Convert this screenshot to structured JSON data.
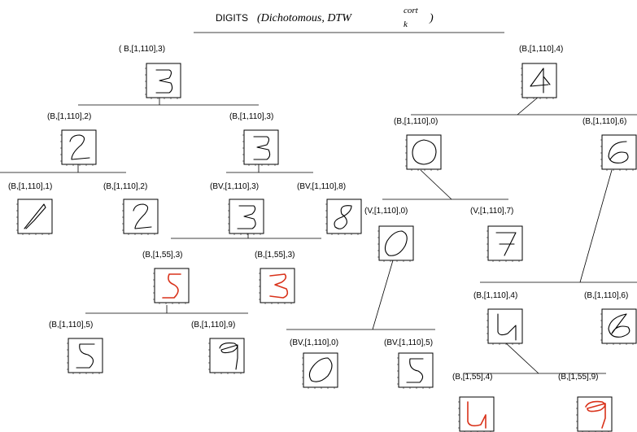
{
  "title": {
    "prefix": "DIGITS",
    "formula_main": "(Dichotomous, DTW",
    "formula_sup": "cort",
    "formula_sub": "k",
    "formula_close": ")"
  },
  "nodes": [
    {
      "id": "n1",
      "label": "( B,[1,110],3)",
      "glyph": "3",
      "highlight": false
    },
    {
      "id": "n2",
      "label": "(B,[1,110],2)",
      "glyph": "2",
      "highlight": false
    },
    {
      "id": "n3",
      "label": "(B,[1,110],3)",
      "glyph": "3",
      "highlight": false
    },
    {
      "id": "n4",
      "label": "(B,[1,110],1)",
      "glyph": "1",
      "highlight": false
    },
    {
      "id": "n5",
      "label": "(B,[1,110],2)",
      "glyph": "2b",
      "highlight": false
    },
    {
      "id": "n6",
      "label": "(BV,[1,110],3)",
      "glyph": "3b",
      "highlight": false
    },
    {
      "id": "n7",
      "label": "(BV,[1,110],8)",
      "glyph": "8",
      "highlight": false
    },
    {
      "id": "n8",
      "label": "(B,[1,55],3)",
      "glyph": "5r",
      "highlight": true
    },
    {
      "id": "n9",
      "label": "(B,[1,55],3)",
      "glyph": "3r",
      "highlight": true
    },
    {
      "id": "n10",
      "label": "(B,[1,110],5)",
      "glyph": "5",
      "highlight": false
    },
    {
      "id": "n11",
      "label": "(B,[1,110],9)",
      "glyph": "9",
      "highlight": false
    },
    {
      "id": "n12",
      "label": "(B,[1,110],4)",
      "glyph": "4",
      "highlight": false
    },
    {
      "id": "n13",
      "label": "(B,[1,110],0)",
      "glyph": "0",
      "highlight": false
    },
    {
      "id": "n14",
      "label": "(B,[1,110],6)",
      "glyph": "6",
      "highlight": false
    },
    {
      "id": "n15",
      "label": "(V,[1,110],0)",
      "glyph": "0b",
      "highlight": false
    },
    {
      "id": "n16",
      "label": "(V,[1,110],7)",
      "glyph": "7",
      "highlight": false
    },
    {
      "id": "n17",
      "label": "(BV,[1,110],0)",
      "glyph": "0c",
      "highlight": false
    },
    {
      "id": "n18",
      "label": "(BV,[1,110],5)",
      "glyph": "5b",
      "highlight": false
    },
    {
      "id": "n19",
      "label": "(B,[1,110],4)",
      "glyph": "4b",
      "highlight": false
    },
    {
      "id": "n20",
      "label": "(B,[1,110],6)",
      "glyph": "6b",
      "highlight": false
    },
    {
      "id": "n21",
      "label": "(B,[1,55],4)",
      "glyph": "4r",
      "highlight": true
    },
    {
      "id": "n22",
      "label": "(B,[1,55],9)",
      "glyph": "9r",
      "highlight": true
    }
  ]
}
